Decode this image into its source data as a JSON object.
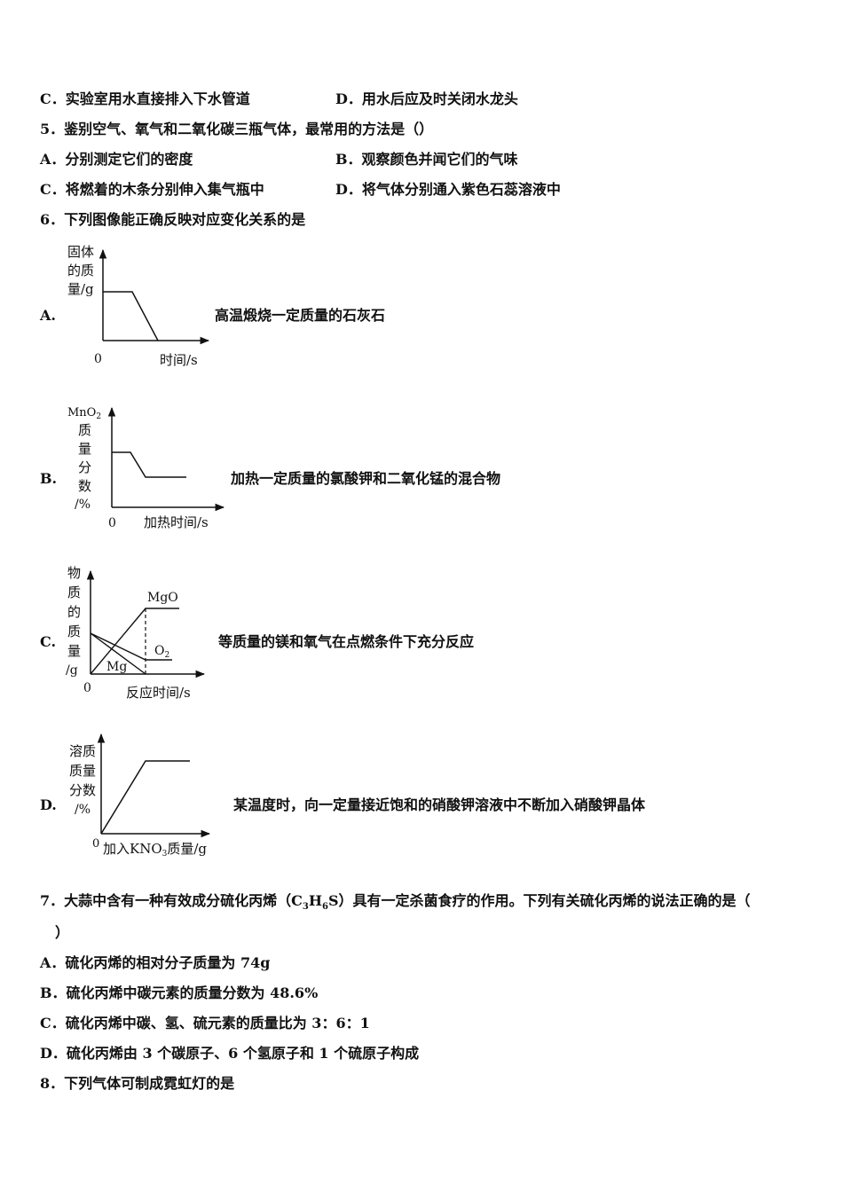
{
  "q4": {
    "optC": "C．实验室用水直接排入下水管道",
    "optD": "D．用水后应及时关闭水龙头"
  },
  "q5": {
    "stem": "5．鉴别空气、氧气和二氧化碳三瓶气体，最常用的方法是（）",
    "optA": "A．分别测定它们的密度",
    "optB": "B．观察颜色并闻它们的气味",
    "optC": "C．将燃着的木条分别伸入集气瓶中",
    "optD": "D．将气体分别通入紫色石蕊溶液中"
  },
  "q6": {
    "stem": "6．下列图像能正确反映对应变化关系的是",
    "options": [
      {
        "label": "A.",
        "description": "高温煅烧一定质量的石灰石",
        "ylabel": [
          "固体",
          "的质",
          "量/g"
        ],
        "origin": "0",
        "xlabel": "时间/s"
      },
      {
        "label": "B.",
        "description": "加热一定质量的氯酸钾和二氧化锰的混合物",
        "ylabel_top": "MnO",
        "ylabel_top_sub": "2",
        "ylabel": [
          "质",
          "量",
          "分",
          "数",
          "/%"
        ],
        "origin": "0",
        "xlabel": "加热时间/s"
      },
      {
        "label": "C.",
        "description": "等质量的镁和氧气在点燃条件下充分反应",
        "ylabel": [
          "物",
          "质",
          "的",
          "质",
          "量",
          "/g"
        ],
        "origin": "0",
        "xlabel": "反应时间/s",
        "series_labels": {
          "mgo": "MgO",
          "o2": "O",
          "o2_sub": "2",
          "mg": "Mg"
        }
      },
      {
        "label": "D.",
        "description": "某温度时，向一定量接近饱和的硝酸钾溶液中不断加入硝酸钾晶体",
        "ylabel": [
          "溶质",
          "质量",
          "分数",
          "/%"
        ],
        "origin": "0",
        "xlabel_pre": "加入KNO",
        "xlabel_sub": "3",
        "xlabel_post": "质量/g"
      }
    ]
  },
  "q7": {
    "stem1": "7．大蒜中含有一种有效成分硫化丙烯（C",
    "s1": "3",
    "stem2": "H",
    "s2": "6",
    "stem3": "S）具有一定杀菌食疗的作用。下列有关硫化丙烯的说法正确的是（",
    "stem_cont": "）",
    "optA": "A．硫化丙烯的相对分子质量为 74g",
    "optB": "B．硫化丙烯中碳元素的质量分数为 48.6%",
    "optC": "C．硫化丙烯中碳、氢、硫元素的质量比为 3：6：1",
    "optD": "D．硫化丙烯由 3 个碳原子、6 个氢原子和 1 个硫原子构成"
  },
  "q8": {
    "stem": "8．下列气体可制成霓虹灯的是"
  }
}
